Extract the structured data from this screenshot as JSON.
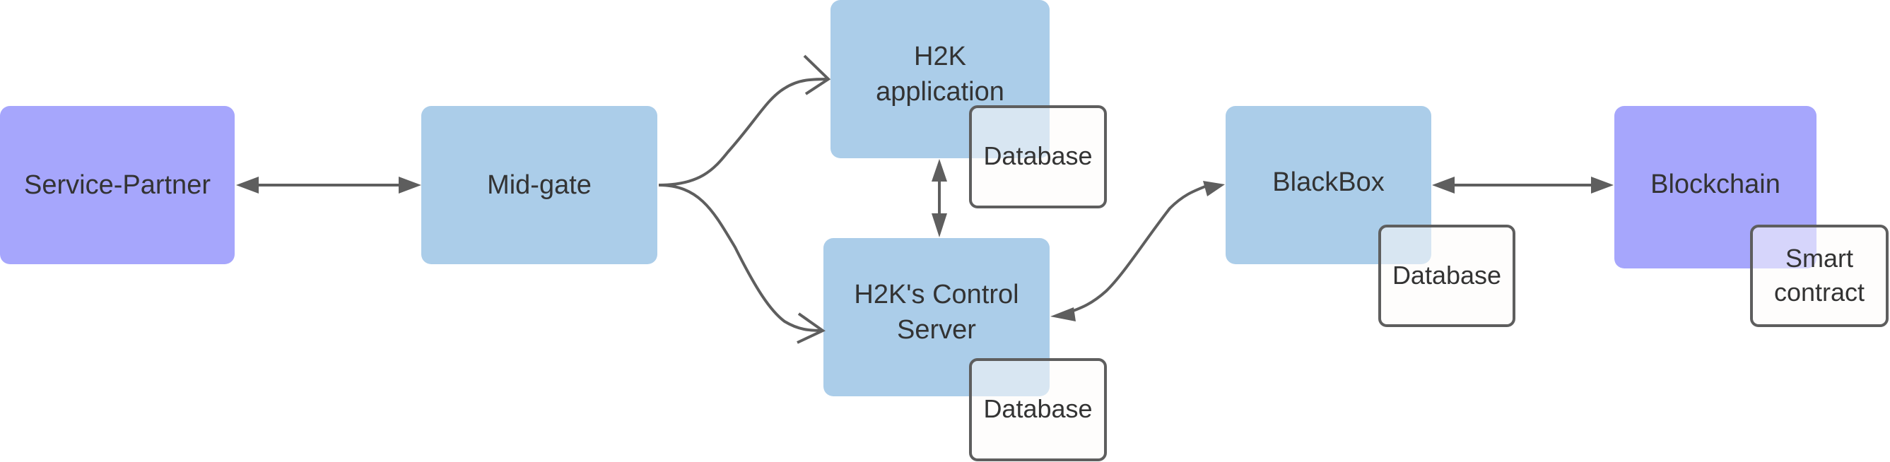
{
  "colors": {
    "primary_node": "#abcde9",
    "external_node": "#a6a6fc",
    "store_border": "#5e5e5e",
    "edge": "#5e5e5e",
    "text": "#333333"
  },
  "nodes": {
    "service_partner": {
      "label": "Service-Partner"
    },
    "mid_gate": {
      "label": "Mid-gate"
    },
    "h2k_application": {
      "label": "H2K\napplication"
    },
    "h2k_control_server": {
      "label": "H2K's Control\nServer"
    },
    "blackbox": {
      "label": "BlackBox"
    },
    "blockchain": {
      "label": "Blockchain"
    }
  },
  "stores": {
    "h2k_app_db": {
      "label": "Database"
    },
    "control_server_db": {
      "label": "Database"
    },
    "blackbox_db": {
      "label": "Database"
    },
    "smart_contract": {
      "label": "Smart\ncontract"
    }
  },
  "edges": [
    {
      "from": "Service-Partner",
      "to": "Mid-gate",
      "direction": "both"
    },
    {
      "from": "Mid-gate",
      "to": "H2K application",
      "direction": "forward"
    },
    {
      "from": "Mid-gate",
      "to": "H2K's Control Server",
      "direction": "forward"
    },
    {
      "from": "H2K application",
      "to": "H2K's Control Server",
      "direction": "both"
    },
    {
      "from": "H2K's Control Server",
      "to": "BlackBox",
      "direction": "both"
    },
    {
      "from": "BlackBox",
      "to": "Blockchain",
      "direction": "both"
    }
  ]
}
